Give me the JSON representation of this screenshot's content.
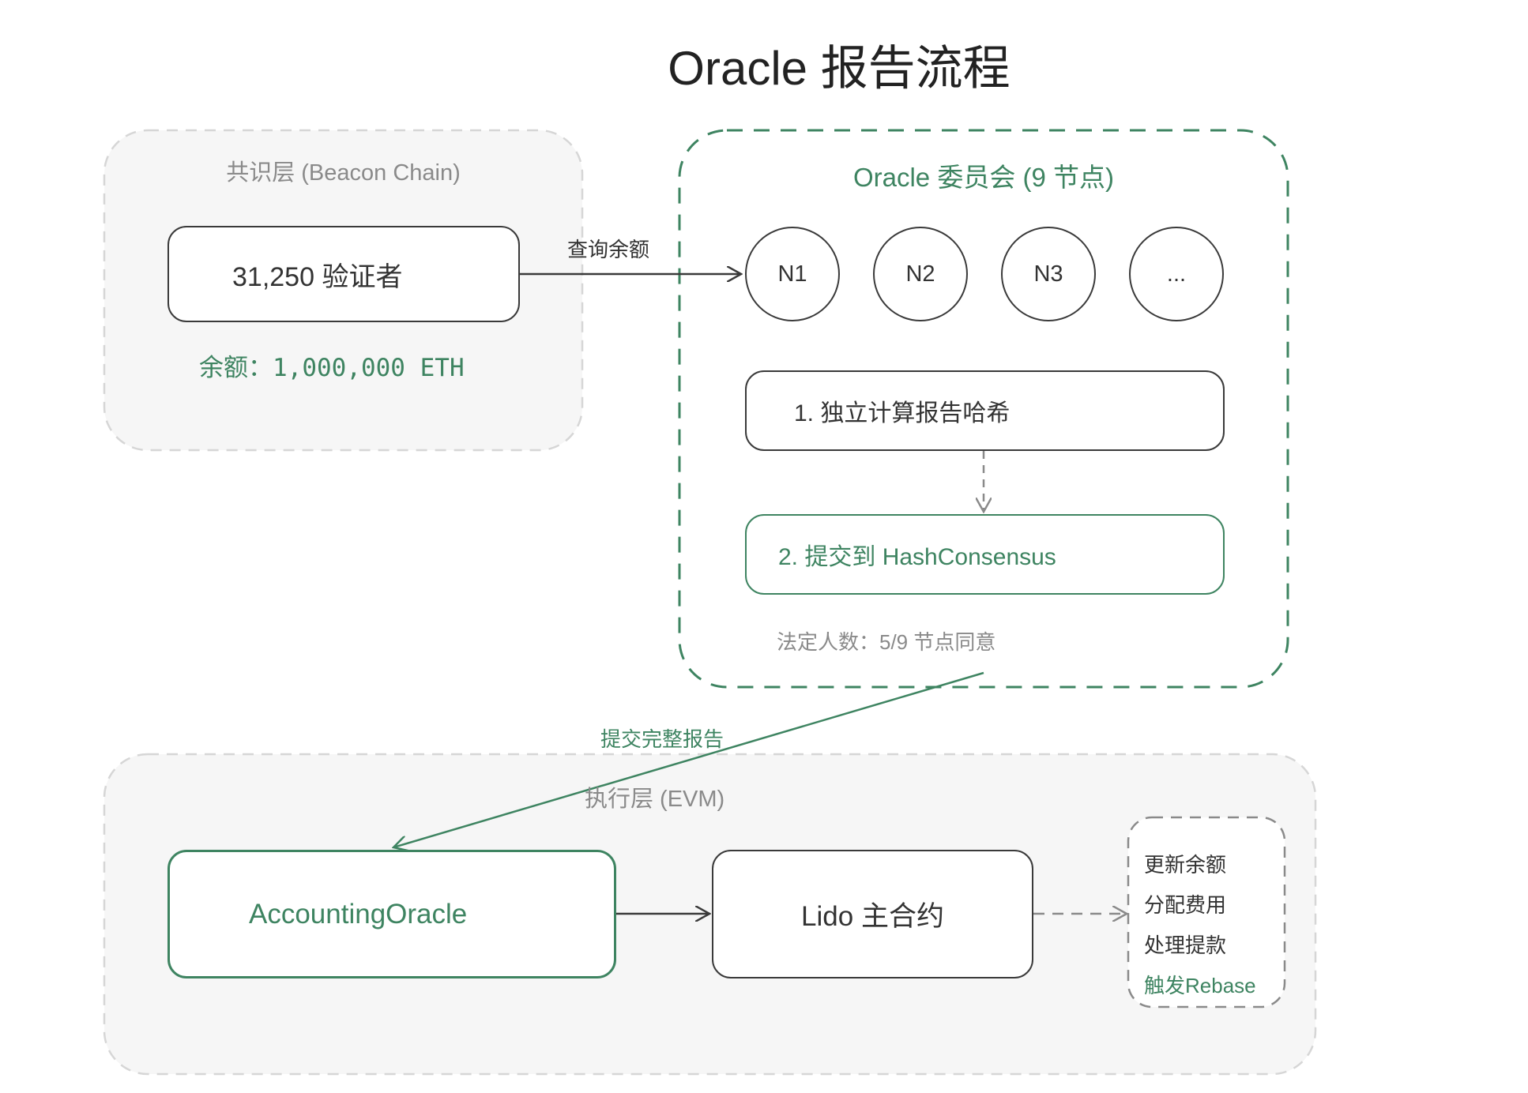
{
  "title": "Oracle 报告流程",
  "consensus_layer": {
    "label": "共识层 (Beacon Chain)",
    "validators_label": "31,250 验证者",
    "balance_prefix": "余额：",
    "balance_value": "1,000,000 ETH"
  },
  "query_label": "查询余额",
  "committee": {
    "label": "Oracle 委员会 (9 节点)",
    "nodes": [
      "N1",
      "N2",
      "N3",
      "..."
    ],
    "step1": "1. 独立计算报告哈希",
    "step2": "2. 提交到 HashConsensus",
    "quorum": "法定人数：5/9 节点同意"
  },
  "submit_label": "提交完整报告",
  "execution_layer": {
    "label": "执行层 (EVM)",
    "accounting_oracle": "AccountingOracle",
    "lido_contract": "Lido 主合约",
    "actions": [
      "更新余额",
      "分配费用",
      "处理提款",
      "触发Rebase"
    ]
  },
  "colors": {
    "green": "#3e8461",
    "dark": "#3a3a3a",
    "gray_text": "#8a8a8a",
    "panel_fill": "#f6f6f6"
  }
}
